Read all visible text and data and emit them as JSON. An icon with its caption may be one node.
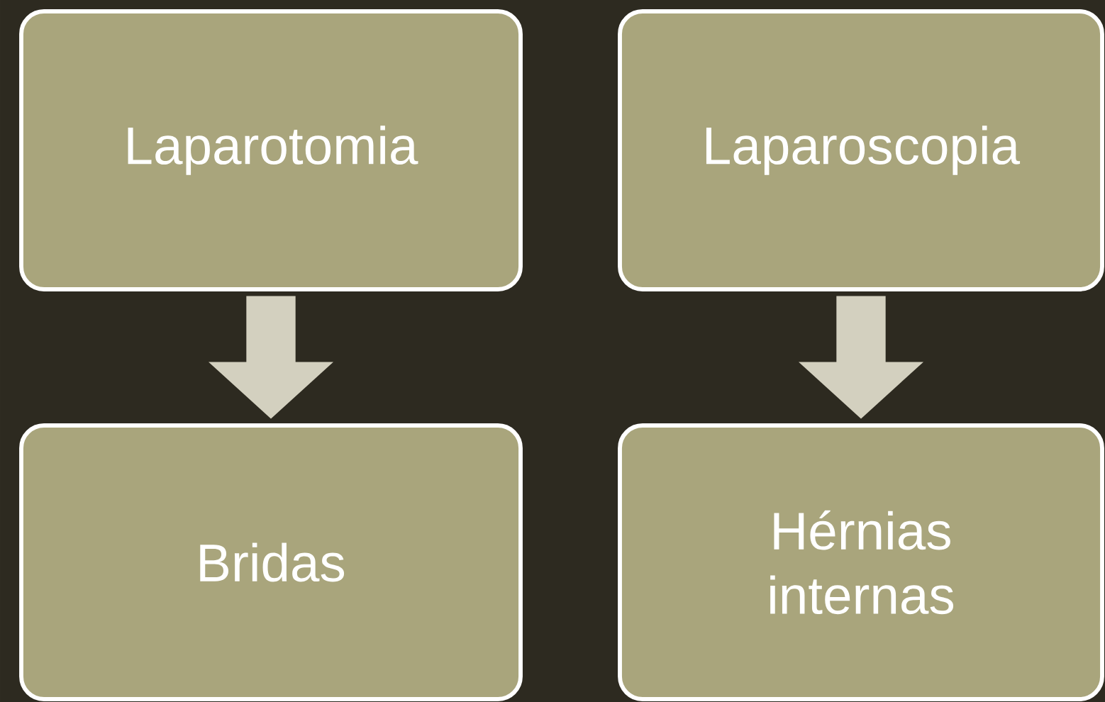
{
  "diagram": {
    "nodes": [
      {
        "text": [
          "Laparotomia"
        ]
      },
      {
        "text": [
          "Laparoscopia"
        ]
      },
      {
        "text": [
          "Bridas"
        ]
      },
      {
        "text": [
          "Hérnias internas"
        ]
      }
    ],
    "edges": [
      {
        "from": 0,
        "to": 2,
        "arrow": "to"
      },
      {
        "from": 1,
        "to": 3,
        "arrow": "to"
      }
    ]
  }
}
